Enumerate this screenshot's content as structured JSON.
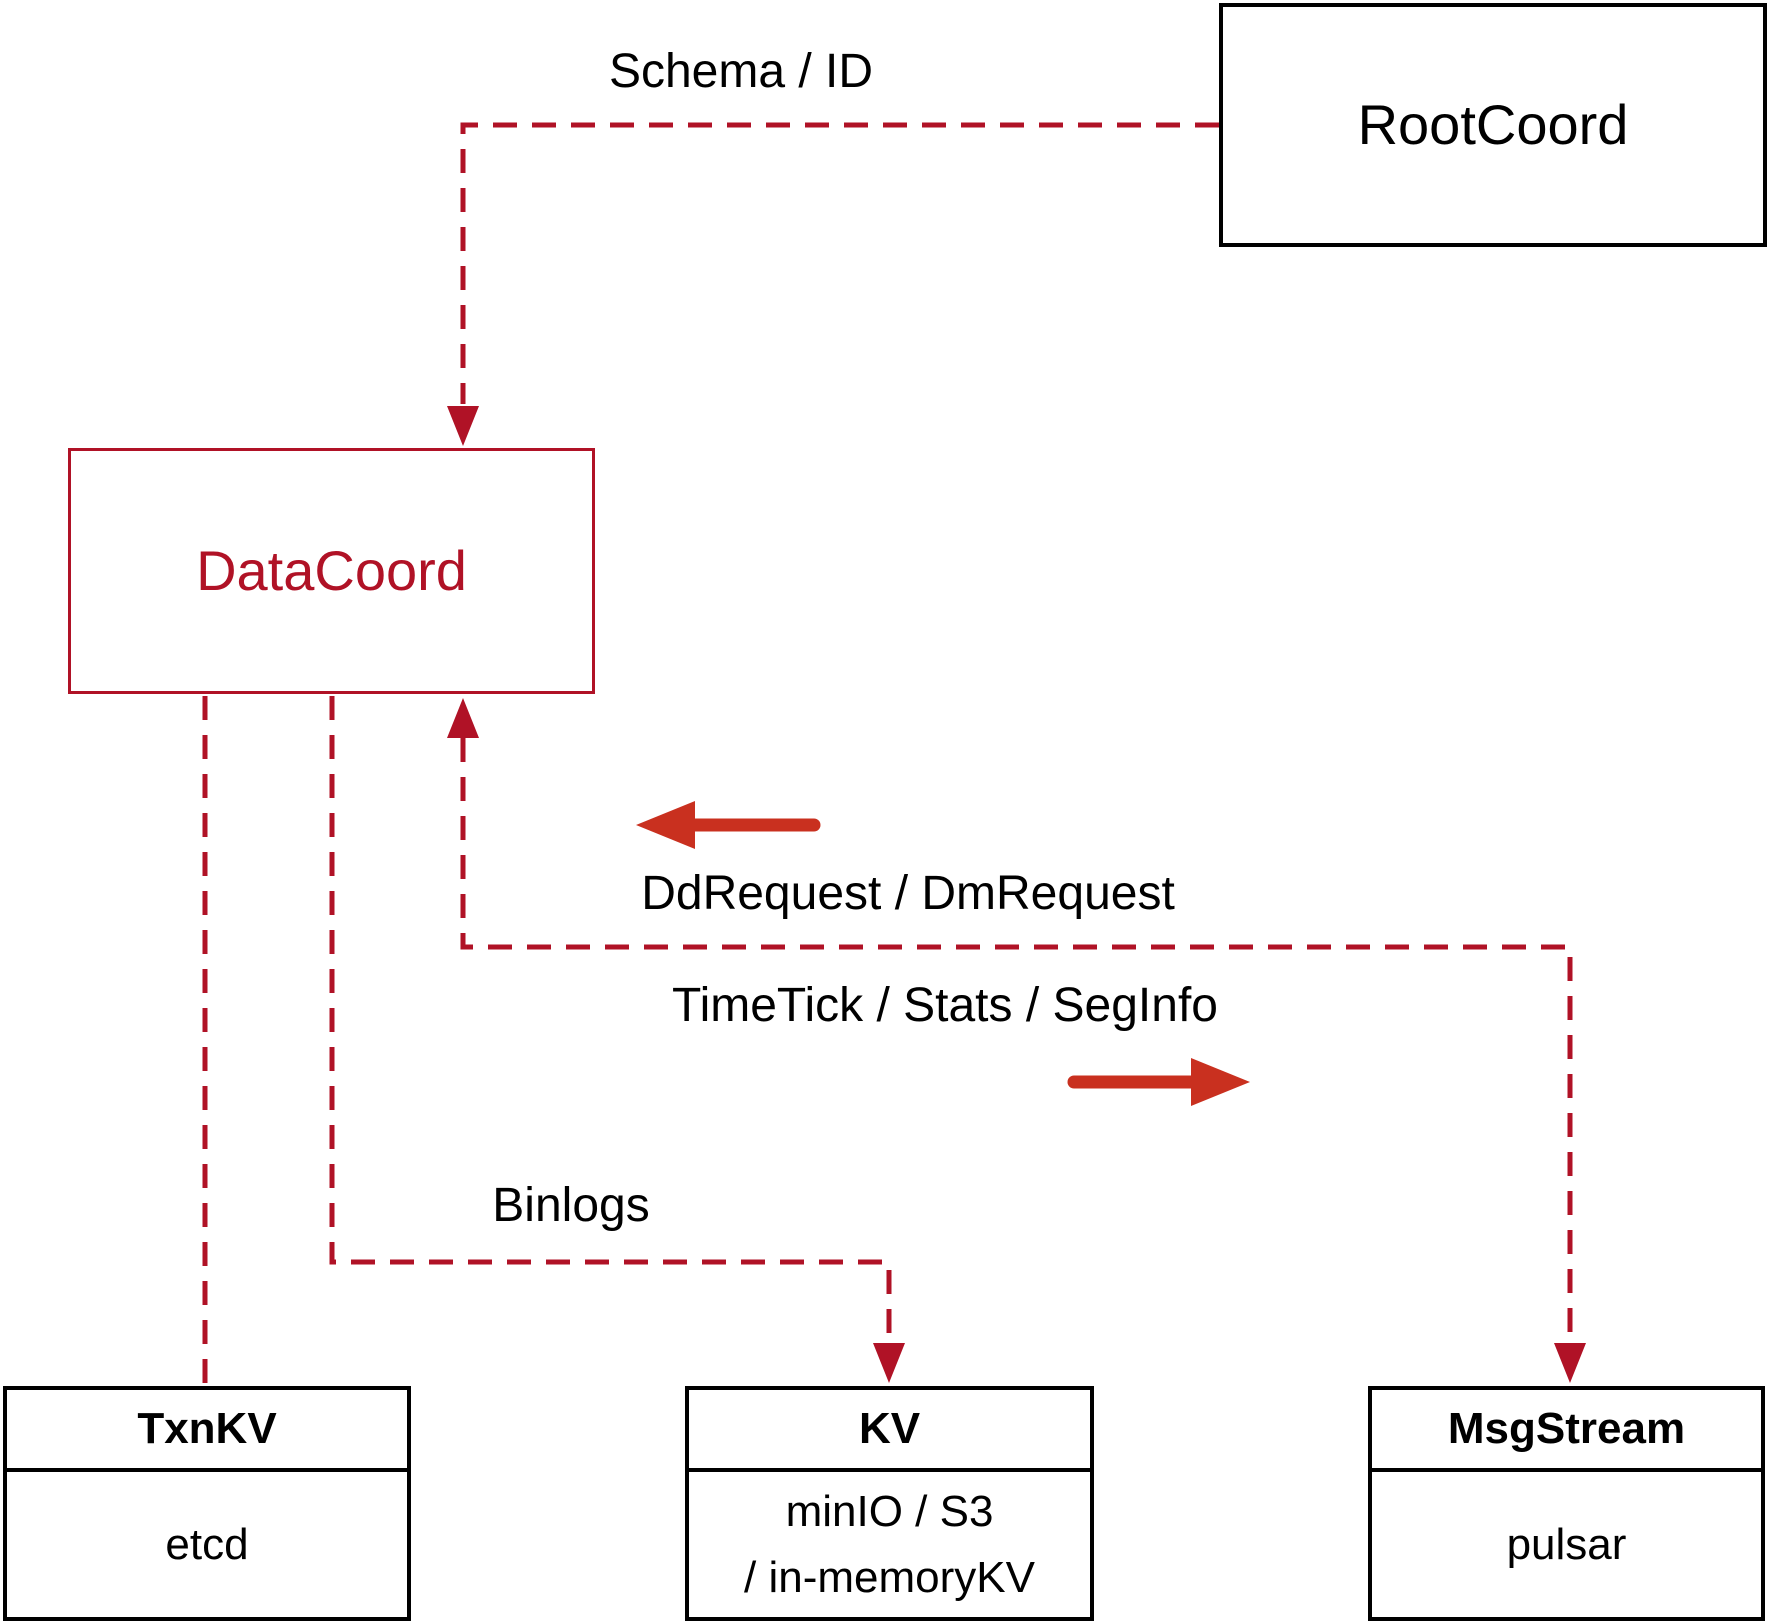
{
  "nodes": {
    "rootcoord": {
      "label": "RootCoord"
    },
    "datacoord": {
      "label": "DataCoord"
    },
    "txnkv": {
      "title": "TxnKV",
      "subtitle": "etcd"
    },
    "kv": {
      "title": "KV",
      "subtitle_line1": "minIO / S3",
      "subtitle_line2": "/ in-memoryKV"
    },
    "msgstream": {
      "title": "MsgStream",
      "subtitle": "pulsar"
    }
  },
  "edges": {
    "schema_id": {
      "label": "Schema / ID"
    },
    "dd_dm_request": {
      "label": "DdRequest / DmRequest"
    },
    "timetick": {
      "label": "TimeTick / Stats / SegInfo"
    },
    "binlogs": {
      "label": "Binlogs"
    }
  },
  "colors": {
    "crimson": "#b01226",
    "arrow": "#c9301f",
    "ink": "#000000",
    "paper": "#ffffff"
  }
}
